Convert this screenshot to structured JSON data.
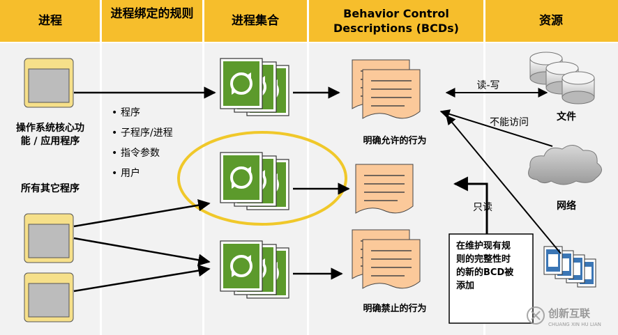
{
  "columns": [
    {
      "title": "进程"
    },
    {
      "title": "进程绑定的规则"
    },
    {
      "title": "进程集合"
    },
    {
      "title_line1": "Behavior Control",
      "title_line2": "Descriptions (BCDs)"
    },
    {
      "title": "资源"
    }
  ],
  "processes": {
    "os_label_line1": "操作系统核心功",
    "os_label_line2": "能 / 应用程序",
    "other_label": "所有其它程序"
  },
  "rules": [
    "程序",
    "子程序/进程",
    "指令参数",
    "用户"
  ],
  "bcds": {
    "allowed_label": "明确允许的行为",
    "forbidden_label": "明确禁止的行为"
  },
  "resources": {
    "file_label": "文件",
    "network_label": "网络"
  },
  "arrow_labels": {
    "read_write": "读-写",
    "no_access": "不能访问",
    "read_only": "只读"
  },
  "callout": {
    "line1": "在维护现有规",
    "line2": "则的完整性时",
    "line3": "的新的BCD被",
    "line4": "添加"
  },
  "watermark": {
    "cn": "创新互联",
    "en": "CHUANG XIN HU LIAN"
  },
  "colors": {
    "header_bg": "#f6be2c",
    "column_bg": "#f2f2f2",
    "window_frame": "#f6e08a",
    "process_set_green": "#5c9a2c",
    "bcd_page": "#fbc99a",
    "ellipse": "#f0c82a"
  }
}
